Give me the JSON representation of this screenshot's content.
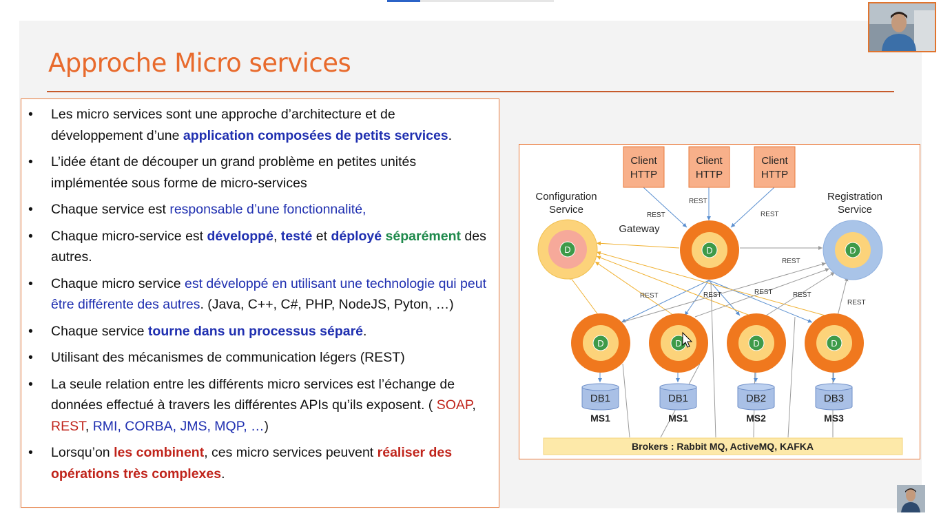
{
  "slide": {
    "title": "Approche Micro services",
    "progress": 0.2,
    "bullet_glyph": "•",
    "bullets": [
      {
        "runs": [
          {
            "text": "Les micro services sont une approche d’architecture et de développement d’une ",
            "style": ""
          },
          {
            "text": "application composées de petits services",
            "style": "b-blue"
          },
          {
            "text": ".",
            "style": ""
          }
        ]
      },
      {
        "runs": [
          {
            "text": "L’idée étant de découper un grand problème en petites unités implémentée sous forme de micro-services",
            "style": ""
          }
        ]
      },
      {
        "runs": [
          {
            "text": "Chaque service est ",
            "style": ""
          },
          {
            "text": "responsable d’une fonctionnalité,",
            "style": "blue"
          }
        ]
      },
      {
        "runs": [
          {
            "text": "Chaque micro-service est ",
            "style": ""
          },
          {
            "text": "développé",
            "style": "b-blue"
          },
          {
            "text": ", ",
            "style": ""
          },
          {
            "text": "testé",
            "style": "b-blue"
          },
          {
            "text": " et ",
            "style": ""
          },
          {
            "text": "déployé",
            "style": "b-blue"
          },
          {
            "text": " ",
            "style": ""
          },
          {
            "text": "séparément",
            "style": "green"
          },
          {
            "text": " des autres.",
            "style": ""
          }
        ]
      },
      {
        "runs": [
          {
            "text": "Chaque micro service ",
            "style": ""
          },
          {
            "text": "est développé en utilisant une technologie qui peut être différente des autres",
            "style": "blue"
          },
          {
            "text": ". (Java, C++, C#, PHP, NodeJS, Pyton, …)",
            "style": ""
          }
        ]
      },
      {
        "runs": [
          {
            "text": "Chaque service ",
            "style": ""
          },
          {
            "text": "tourne dans un processus séparé",
            "style": "b-blue"
          },
          {
            "text": ".",
            "style": ""
          }
        ]
      },
      {
        "runs": [
          {
            "text": "Utilisant des mécanismes de communication légers (REST)",
            "style": ""
          }
        ]
      },
      {
        "runs": [
          {
            "text": "La seule relation entre les différents micro services est l’échange de données effectué à travers les différentes APIs qu’ils exposent. ( ",
            "style": ""
          },
          {
            "text": "SOAP",
            "style": "red"
          },
          {
            "text": ", ",
            "style": ""
          },
          {
            "text": "REST",
            "style": "red"
          },
          {
            "text": ", ",
            "style": ""
          },
          {
            "text": "RMI, CORBA, JMS, MQP, …",
            "style": "blue"
          },
          {
            "text": ")",
            "style": ""
          }
        ]
      },
      {
        "runs": [
          {
            "text": "Lorsqu’on ",
            "style": ""
          },
          {
            "text": "les combinent",
            "style": "b-red"
          },
          {
            "text": ", ces micro services peuvent ",
            "style": ""
          },
          {
            "text": "réaliser des opérations très complexes",
            "style": "b-red"
          },
          {
            "text": ".",
            "style": ""
          }
        ]
      }
    ]
  },
  "diagram": {
    "client_line1": "Client",
    "client_line2": "HTTP",
    "rest_label": "REST",
    "node_letter": "D",
    "config_line1": "Configuration",
    "config_line2": "Service",
    "registration_line1": "Registration",
    "registration_line2": "Service",
    "gateway_label": "Gateway",
    "databases": [
      "DB1",
      "DB1",
      "DB2",
      "DB3"
    ],
    "services": [
      "MS1",
      "MS1",
      "MS2",
      "MS3"
    ],
    "brokers_label": "Brokers : Rabbit MQ, ActiveMQ, KAFKA"
  },
  "colors": {
    "accent": "#e86a2c",
    "text_blue": "#1f2fb0",
    "text_green": "#1f8a4c",
    "text_red": "#c0241b",
    "client_fill": "#f8b08a",
    "gateway_ring": "#f0781e",
    "registry_ring": "#a9c4e8",
    "config_ring": "#fcd37a",
    "node_green": "#3e9a49",
    "db_fill": "#a9c0e6",
    "broker_fill": "#fde9a9"
  }
}
